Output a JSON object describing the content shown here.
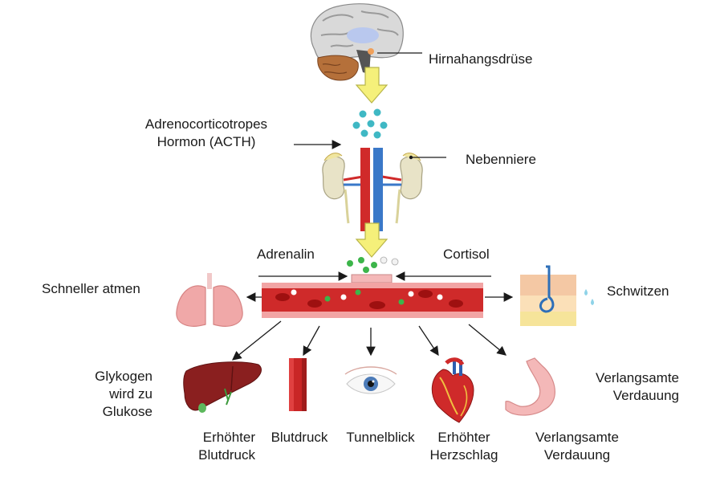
{
  "labels": {
    "pituitary": "Hirnahangsdrüse",
    "acth_line1": "Adrenocorticotropes",
    "acth_line2": "Hormon (ACTH)",
    "adrenal": "Nebenniere",
    "adrenaline": "Adrenalin",
    "cortisol": "Cortisol",
    "breathing": "Schneller atmen",
    "sweating": "Schwitzen",
    "glycogen_line1": "Glykogen",
    "glycogen_line2": "wird zu",
    "glycogen_line3": "Glukose",
    "digestion_right_line1": "Verlangsamte",
    "digestion_right_line2": "Verdauung",
    "liver_bp_line1": "Erhöhter",
    "liver_bp_line2": "Blutdruck",
    "vessel_bp": "Blutdruck",
    "tunnel": "Tunnelblick",
    "heart_line1": "Erhöhter",
    "heart_line2": "Herzschlag",
    "stomach_line1": "Verlangsamte",
    "stomach_line2": "Verdauung"
  },
  "colors": {
    "arrow_fill": "#f5f07a",
    "arrow_stroke": "#b8b54a",
    "vessel": "#cf2a2a",
    "adrenaline_dots": "#3cb54a",
    "acth_dots": "#3fb8c4"
  },
  "icons": [
    "brain-icon",
    "hormone-dots-icon",
    "kidney-icon",
    "blood-vessel-icon",
    "lungs-icon",
    "skin-icon",
    "liver-icon",
    "vessel-icon",
    "eye-icon",
    "heart-icon",
    "stomach-icon"
  ]
}
